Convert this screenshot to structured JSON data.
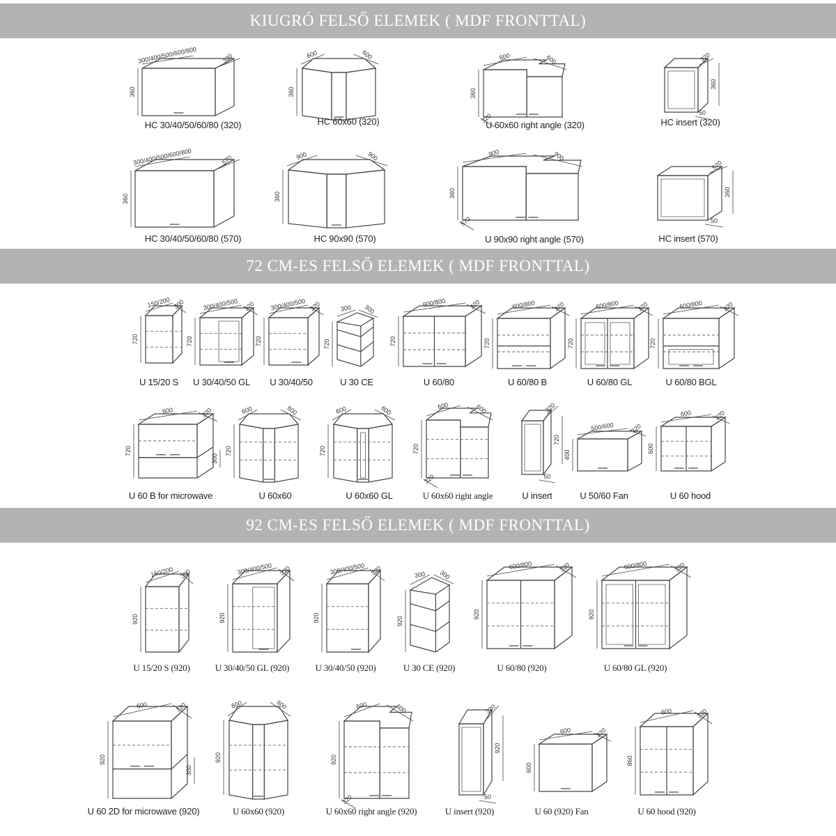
{
  "sections": [
    {
      "title": "KIUGRÓ  FELSŐ ELEMEK ( MDF FRONTTAL)",
      "items": [
        {
          "caption": "HC 30/40/50/60/80 (320)",
          "dims": [
            "300/400/500/600/800",
            "320",
            "360"
          ]
        },
        {
          "caption": "HC 60x60 (320)",
          "dims": [
            "600",
            "600",
            "360"
          ]
        },
        {
          "caption": "U  60x60 right angle (320)",
          "dims": [
            "600",
            "600",
            "360",
            "320"
          ]
        },
        {
          "caption": "HC insert (320)",
          "dims": [
            "320",
            "360",
            "50"
          ]
        },
        {
          "caption": "HC 30/40/50/60/80 (570)",
          "dims": [
            "300/400/500/600/800",
            "570",
            "360"
          ]
        },
        {
          "caption": "HC 90x90 (570)",
          "dims": [
            "900",
            "900",
            "360"
          ]
        },
        {
          "caption": "U  90x90 right angle (570)",
          "dims": [
            "900",
            "900",
            "360",
            "570"
          ]
        },
        {
          "caption": "HC insert (570)",
          "dims": [
            "570",
            "360",
            "50"
          ]
        }
      ]
    },
    {
      "title": "72 CM-ES FELSŐ ELEMEK ( MDF FRONTTAL)",
      "items": [
        {
          "caption": "U 15/20 S",
          "dims": [
            "150/200",
            "300",
            "720"
          ]
        },
        {
          "caption": "U 30/40/50 GL",
          "dims": [
            "300/400/500",
            "320",
            "720"
          ]
        },
        {
          "caption": "U 30/40/50",
          "dims": [
            "300/400/500",
            "320",
            "720"
          ]
        },
        {
          "caption": "U 30 CE",
          "dims": [
            "300",
            "300",
            "720"
          ]
        },
        {
          "caption": "U 60/80",
          "dims": [
            "600/800",
            "320",
            "720"
          ]
        },
        {
          "caption": "U 60/80 B",
          "dims": [
            "600/800",
            "320",
            "720"
          ]
        },
        {
          "caption": "U 60/80 GL",
          "dims": [
            "600/800",
            "320",
            "720"
          ]
        },
        {
          "caption": "U 60/80 BGL",
          "dims": [
            "600/800",
            "320",
            "720"
          ]
        },
        {
          "caption": "U 60 B  for microwave",
          "dims": [
            "600",
            "320",
            "720",
            "300"
          ]
        },
        {
          "caption": "U 60x60",
          "dims": [
            "600",
            "600",
            "720"
          ]
        },
        {
          "caption": "U 60x60 GL",
          "dims": [
            "600",
            "600",
            "720"
          ]
        },
        {
          "caption": "U 60x60 right angle",
          "dims": [
            "600",
            "600",
            "720",
            "320"
          ]
        },
        {
          "caption": "U insert",
          "dims": [
            "320",
            "720",
            "50"
          ]
        },
        {
          "caption": "U 50/60 Fan",
          "dims": [
            "500/600",
            "320",
            "400"
          ]
        },
        {
          "caption": "U 60 hood",
          "dims": [
            "600",
            "320",
            "600"
          ]
        }
      ]
    },
    {
      "title": "92 CM-ES FELSŐ ELEMEK ( MDF FRONTTAL)",
      "items": [
        {
          "caption": "U 15/20 S (920)",
          "dims": [
            "150/200",
            "300",
            "920"
          ]
        },
        {
          "caption": "U 30/40/50 GL (920)",
          "dims": [
            "300/400/500",
            "320",
            "920"
          ]
        },
        {
          "caption": "U 30/40/50 (920)",
          "dims": [
            "300/400/500",
            "320",
            "920"
          ]
        },
        {
          "caption": "U 30 CE (920)",
          "dims": [
            "300",
            "300",
            "920"
          ]
        },
        {
          "caption": "U 60/80 (920)",
          "dims": [
            "600/800",
            "320",
            "920"
          ]
        },
        {
          "caption": "U 60/80 GL (920)",
          "dims": [
            "600/800",
            "320",
            "920"
          ]
        },
        {
          "caption": "U 60 2D for microwave (920)",
          "dims": [
            "600",
            "320",
            "920",
            "300"
          ]
        },
        {
          "caption": "U 60x60 (920)",
          "dims": [
            "600",
            "600",
            "920"
          ]
        },
        {
          "caption": "U 60x60 right angle (920)",
          "dims": [
            "600",
            "600",
            "920",
            "320"
          ]
        },
        {
          "caption": "U insert (920)",
          "dims": [
            "320",
            "920",
            "50"
          ]
        },
        {
          "caption": "U 60 (920) Fan",
          "dims": [
            "600",
            "320",
            "600"
          ]
        },
        {
          "caption": "U 60 hood (920)",
          "dims": [
            "600",
            "320",
            "860"
          ]
        }
      ]
    }
  ]
}
